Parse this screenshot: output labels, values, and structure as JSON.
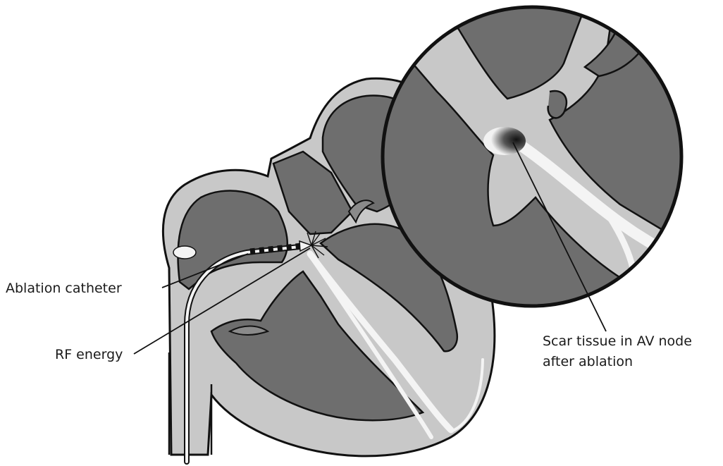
{
  "labels": {
    "ablation_catheter": "Ablation catheter",
    "rf_energy": "RF energy",
    "scar_line1": "Scar tissue in AV node",
    "scar_line2": "after ablation"
  },
  "colors": {
    "background": "#ffffff",
    "muscle": "#6e6e6e",
    "tissue": "#c8c8c8",
    "outline": "#111111",
    "conduction": "#f4f4f4"
  }
}
